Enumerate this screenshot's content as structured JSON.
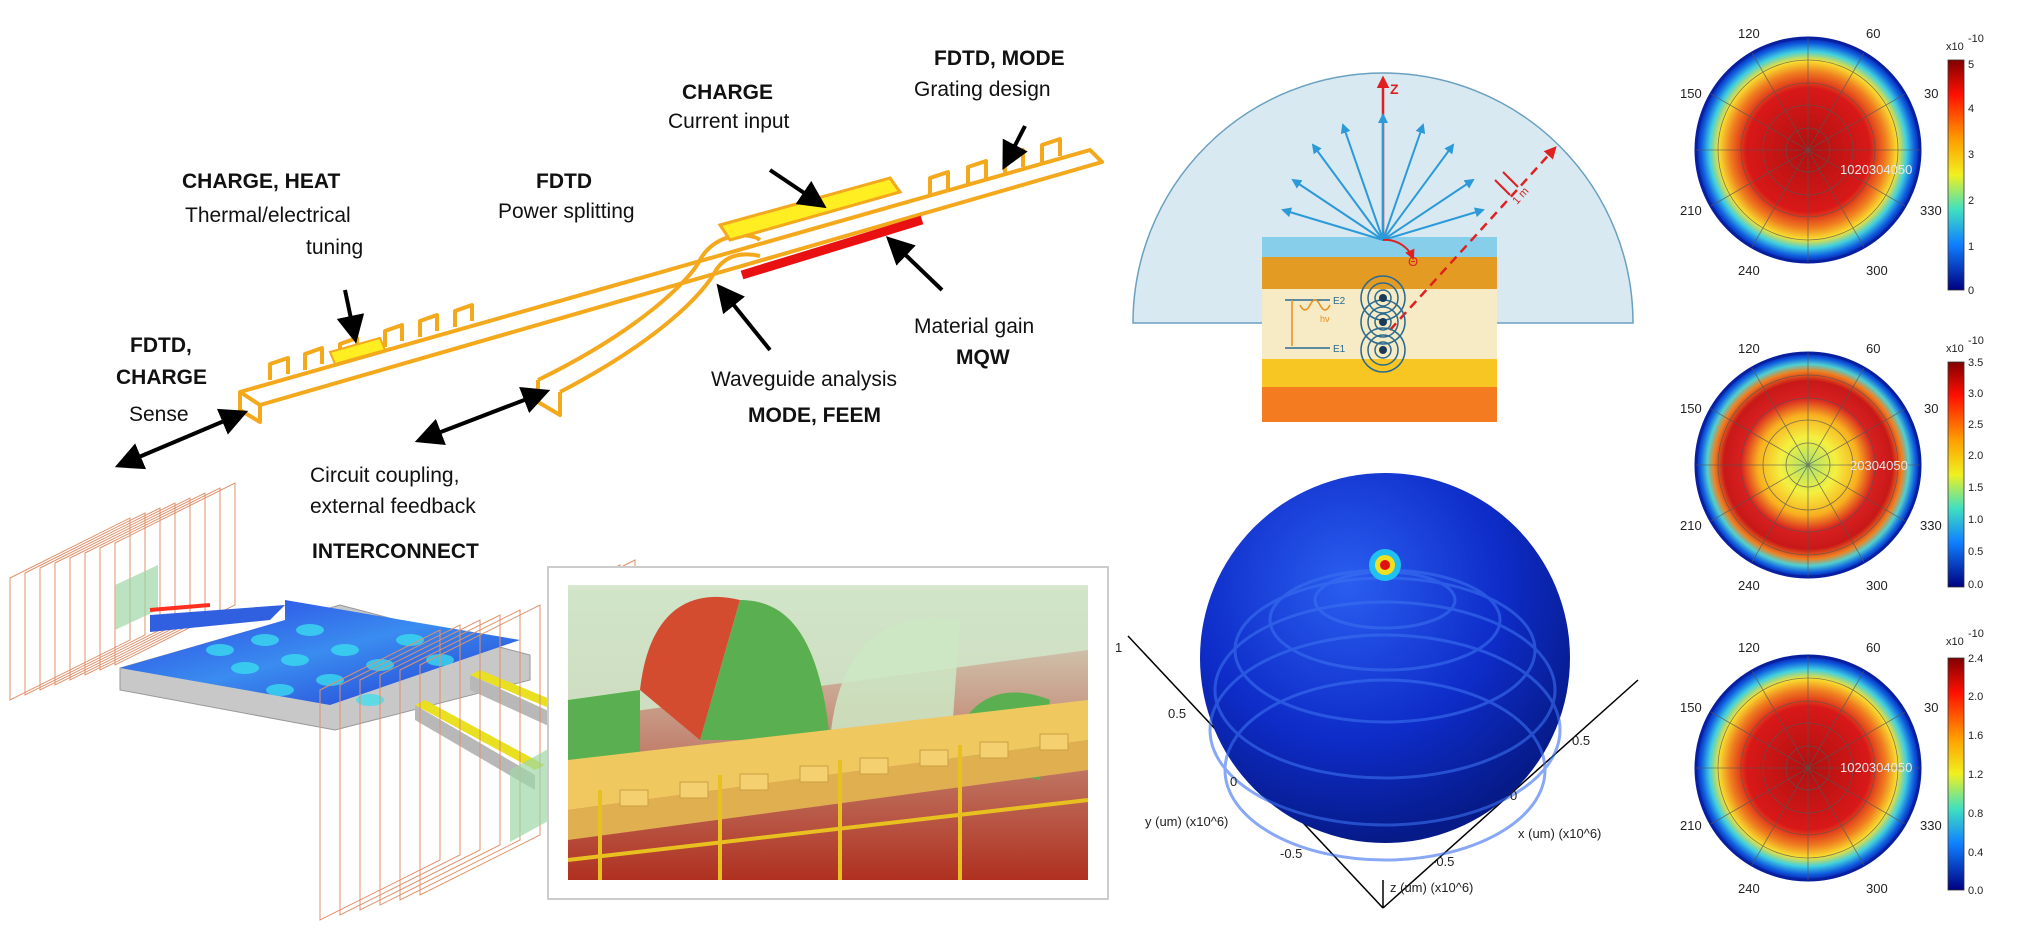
{
  "device": {
    "labels": {
      "charge_heat": "CHARGE, HEAT",
      "thermal_tuning_1": "Thermal/electrical",
      "thermal_tuning_2": "tuning",
      "fdtd_split": "FDTD",
      "power_split": "Power splitting",
      "charge_top": "CHARGE",
      "current_input": "Current input",
      "fdtd_mode": "FDTD, MODE",
      "grating": "Grating design",
      "fdtd_charge_1": "FDTD,",
      "fdtd_charge_2": "CHARGE",
      "sense": "Sense",
      "material_gain": "Material gain",
      "mqw": "MQW",
      "waveguide": "Waveguide analysis",
      "mode_feem": "MODE, FEEM",
      "circuit_1": "Circuit coupling,",
      "circuit_2": "external feedback",
      "interconnect": "INTERCONNECT"
    },
    "colors": {
      "waveguide": "#f4a81c",
      "heater": "#ffee22",
      "gain": "#e81010"
    }
  },
  "emission": {
    "axis_label": "Z",
    "theta_label": "Θ",
    "distance_label": "1 m",
    "level_e2": "E2",
    "level_e1": "E1",
    "photon": "hν"
  },
  "sphere": {
    "y_axis_label": "y (um) (x10^6)",
    "x_axis_label": "x (um) (x10^6)",
    "z_axis_label": "z (um) (x10^6)",
    "y_ticks": [
      "1",
      "0.5",
      "0",
      "-0.5"
    ],
    "x_ticks": [
      "0.5",
      "0",
      "-0.5"
    ]
  },
  "polar_plots": [
    {
      "angles": [
        "120",
        "60",
        "150",
        "30",
        "210",
        "330",
        "240",
        "300"
      ],
      "rings": "1020304050",
      "exponent": "x10",
      "exponent_power": "-10",
      "colorbar_ticks": [
        "5",
        "4",
        "3",
        "2",
        "1",
        "0"
      ]
    },
    {
      "angles": [
        "120",
        "60",
        "150",
        "30",
        "210",
        "330",
        "240",
        "300"
      ],
      "rings": "20304050",
      "exponent": "x10",
      "exponent_power": "-10",
      "colorbar_ticks": [
        "3.5",
        "3.0",
        "2.5",
        "2.0",
        "1.5",
        "1.0",
        "0.5",
        "0.0"
      ]
    },
    {
      "angles": [
        "120",
        "60",
        "150",
        "30",
        "210",
        "330",
        "240",
        "300"
      ],
      "rings": "1020304050",
      "exponent": "x10",
      "exponent_power": "-10",
      "colorbar_ticks": [
        "2.4",
        "2.0",
        "1.6",
        "1.2",
        "0.8",
        "0.4",
        "0.0"
      ]
    }
  ]
}
